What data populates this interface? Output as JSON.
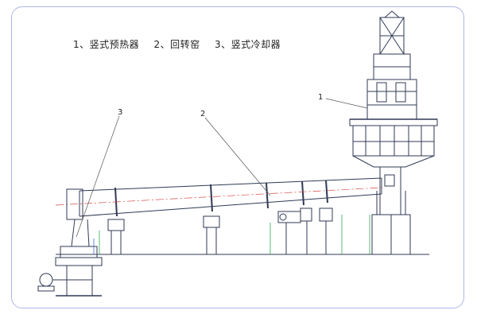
{
  "legend": {
    "item1": "1、竖式预热器",
    "item2": "2、回转窑",
    "item3": "3、竖式冷却器"
  },
  "callouts": {
    "c1": "1",
    "c2": "2",
    "c3": "3"
  },
  "colors": {
    "frame": "#aeb7e6",
    "line": "#303a55",
    "accent_green": "#33a852",
    "accent_red": "#d84a4a",
    "accent_blue": "#3b6fd6"
  }
}
